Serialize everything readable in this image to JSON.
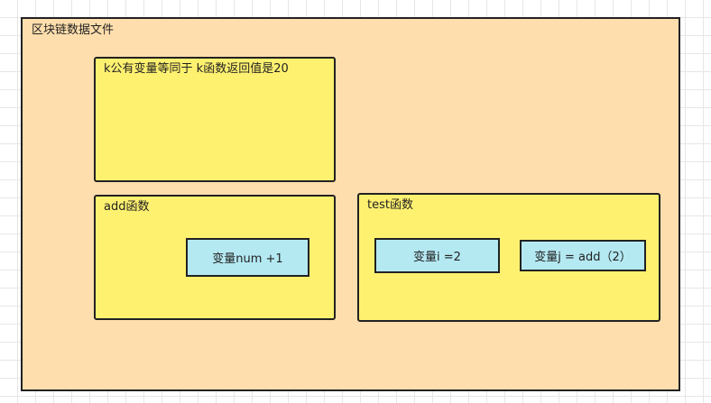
{
  "diagram": {
    "outer": {
      "label": "区块链数据文件"
    },
    "k_block": {
      "label": "k公有变量等同于 k函数返回值是20"
    },
    "add_block": {
      "label": "add函数",
      "variable": "变量num +1"
    },
    "test_block": {
      "label": "test函数",
      "variable_i": "变量i =2",
      "variable_j": "变量j = add（2）"
    }
  },
  "colors": {
    "outer_fill": "#ffdead",
    "block_fill": "#fff170",
    "variable_fill": "#b4e9f2",
    "stroke": "#222222"
  }
}
